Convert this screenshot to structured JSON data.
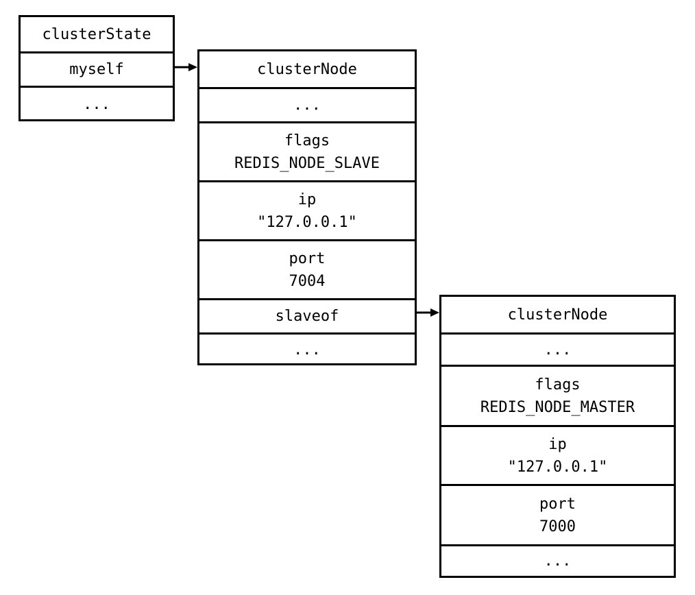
{
  "cluster_state": {
    "title": "clusterState",
    "myself": "myself",
    "rest": "..."
  },
  "slave_node": {
    "title": "clusterNode",
    "rest_top": "...",
    "flags_label": "flags",
    "flags_value": "REDIS_NODE_SLAVE",
    "ip_label": "ip",
    "ip_value": "\"127.0.0.1\"",
    "port_label": "port",
    "port_value": "7004",
    "slaveof": "slaveof",
    "rest_bottom": "..."
  },
  "master_node": {
    "title": "clusterNode",
    "rest_top": "...",
    "flags_label": "flags",
    "flags_value": "REDIS_NODE_MASTER",
    "ip_label": "ip",
    "ip_value": "\"127.0.0.1\"",
    "port_label": "port",
    "port_value": "7000",
    "rest_bottom": "..."
  }
}
